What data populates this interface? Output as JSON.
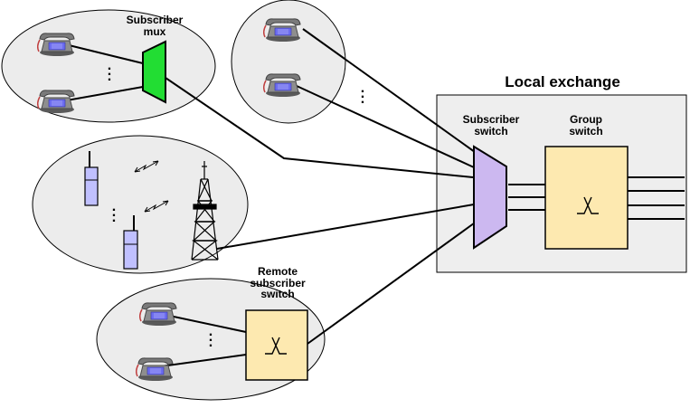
{
  "labels": {
    "subscriber_mux": "Subscriber\nmux",
    "local_exchange": "Local exchange",
    "subscriber_switch": "Subscriber\nswitch",
    "group_switch": "Group\nswitch",
    "remote_subscriber_switch": "Remote\nsubscriber\nswitch"
  },
  "colors": {
    "mux_fill": "#22dd33",
    "subscriber_switch_fill": "#ccb8f0",
    "switch_fill": "#fde9b0",
    "exchange_fill": "#eeeeee",
    "area_fill": "#ececec",
    "phone_body": "#8e8e8e",
    "phone_keypad": "#6c6cf0",
    "mobile_fill": "#c0c0ff"
  },
  "icons": [
    "telephone-icon",
    "mobile-phone-icon",
    "antenna-tower-icon",
    "radio-link-icon",
    "switch-crosspoint-icon"
  ]
}
